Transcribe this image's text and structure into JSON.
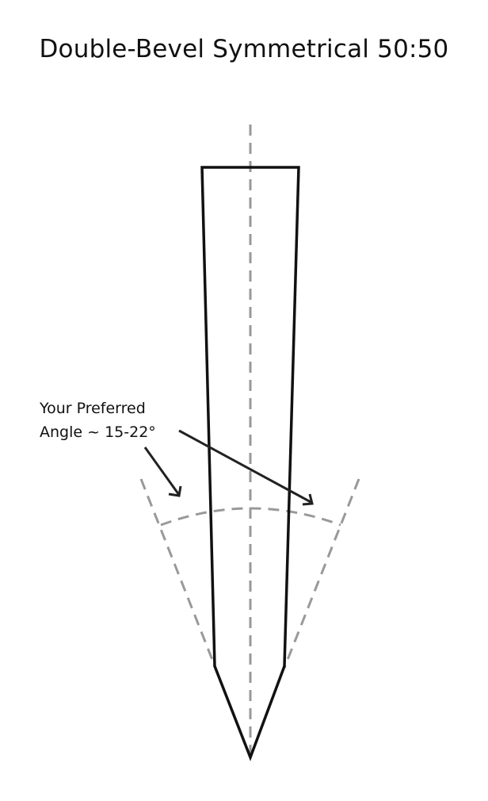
{
  "title": "Double-Bevel Symmetrical 50:50",
  "annotation": {
    "line1": "Your Preferred",
    "line2": "Angle ~ 15-22°"
  },
  "colors": {
    "outline": "#111111",
    "guide": "#999999"
  }
}
